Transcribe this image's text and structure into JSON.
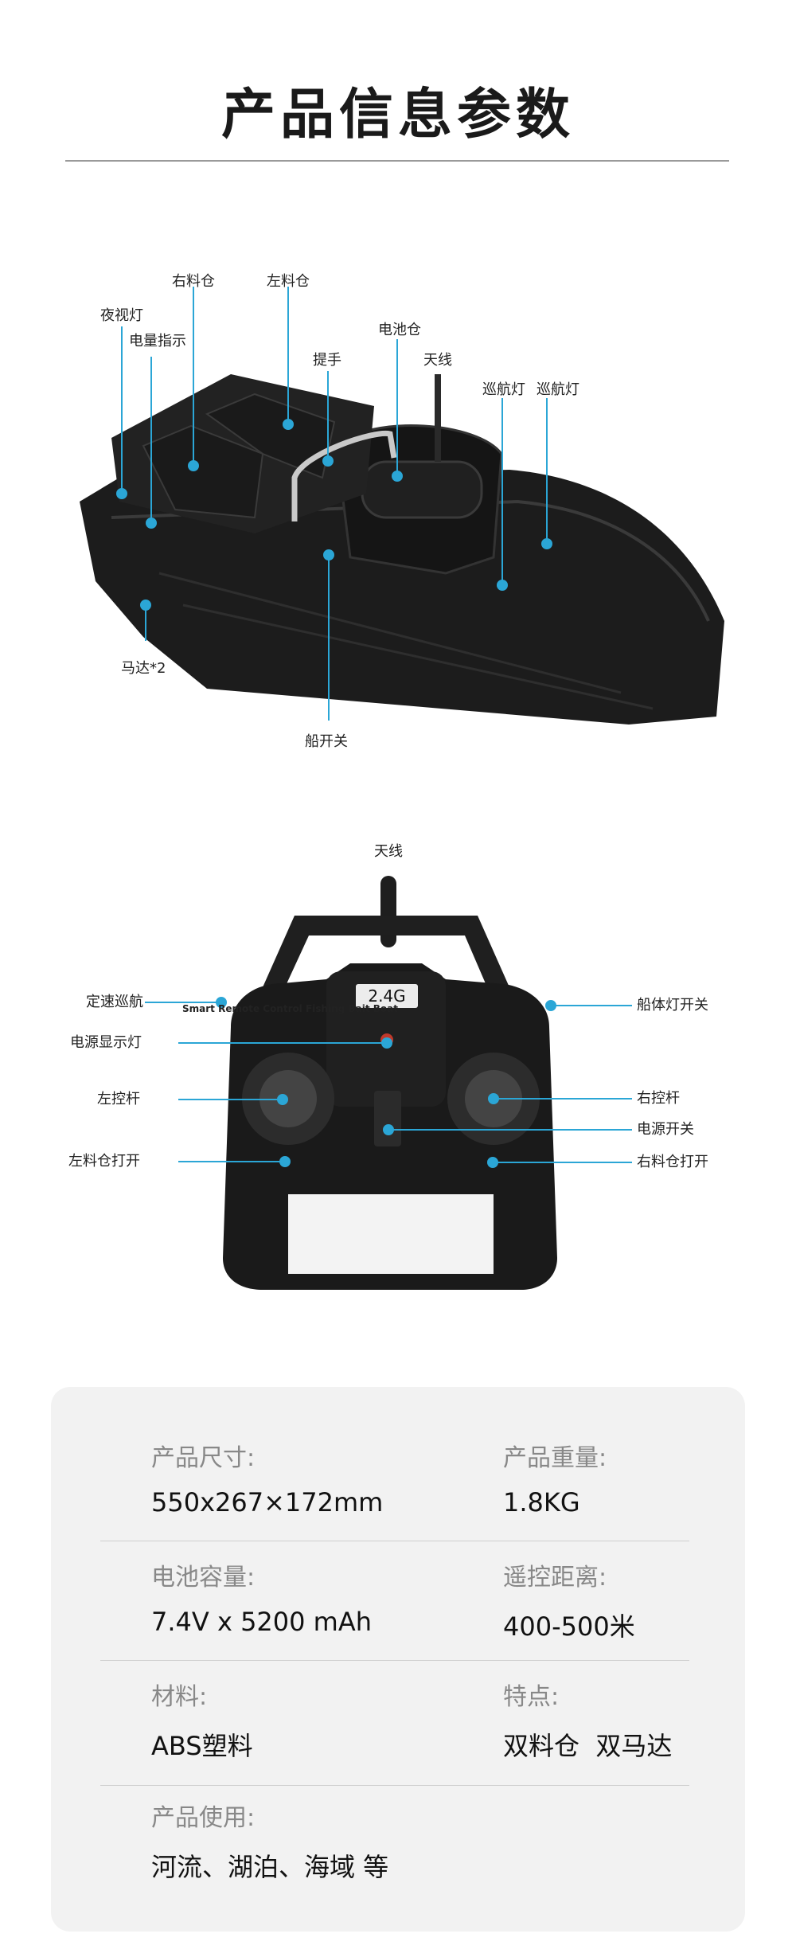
{
  "page_title": "产品信息参数",
  "boat_callouts": {
    "right_bin": "右料仓",
    "left_bin": "左料仓",
    "night_light": "夜视灯",
    "battery_indicator": "电量指示",
    "battery_bay": "电池仓",
    "handle": "提手",
    "antenna": "天线",
    "cruise_light_1": "巡航灯",
    "cruise_light_2": "巡航灯",
    "motor": "马达*2",
    "boat_switch": "船开关"
  },
  "remote_callouts": {
    "antenna": "天线",
    "cruise_speed": "定速巡航",
    "power_light": "电源显示灯",
    "left_stick": "左控杆",
    "left_bin_open": "左料仓打开",
    "hull_light_switch": "船体灯开关",
    "right_stick": "右控杆",
    "power_switch": "电源开关",
    "right_bin_open": "右料仓打开"
  },
  "remote": {
    "frequency_badge": "2.4G",
    "label_text": "Smart Remote Control Fishing Bait Boat"
  },
  "specs": {
    "size": {
      "label": "产品尺寸:",
      "value": "550x267×172mm"
    },
    "weight": {
      "label": "产品重量:",
      "value": "1.8KG"
    },
    "battery": {
      "label": "电池容量:",
      "value": "7.4V x 5200 mAh"
    },
    "range": {
      "label": "遥控距离:",
      "value": "400-500米"
    },
    "material": {
      "label": "材料:",
      "value": "ABS塑料"
    },
    "features": {
      "label": "特点:",
      "value": "双料仓  双马达"
    },
    "usage": {
      "label": "产品使用:",
      "value": "河流、湖泊、海域 等"
    }
  },
  "colors": {
    "callout_line": "#2ba6d6",
    "card_background": "#f2f2f2",
    "product_body": "#1c1c1c"
  }
}
